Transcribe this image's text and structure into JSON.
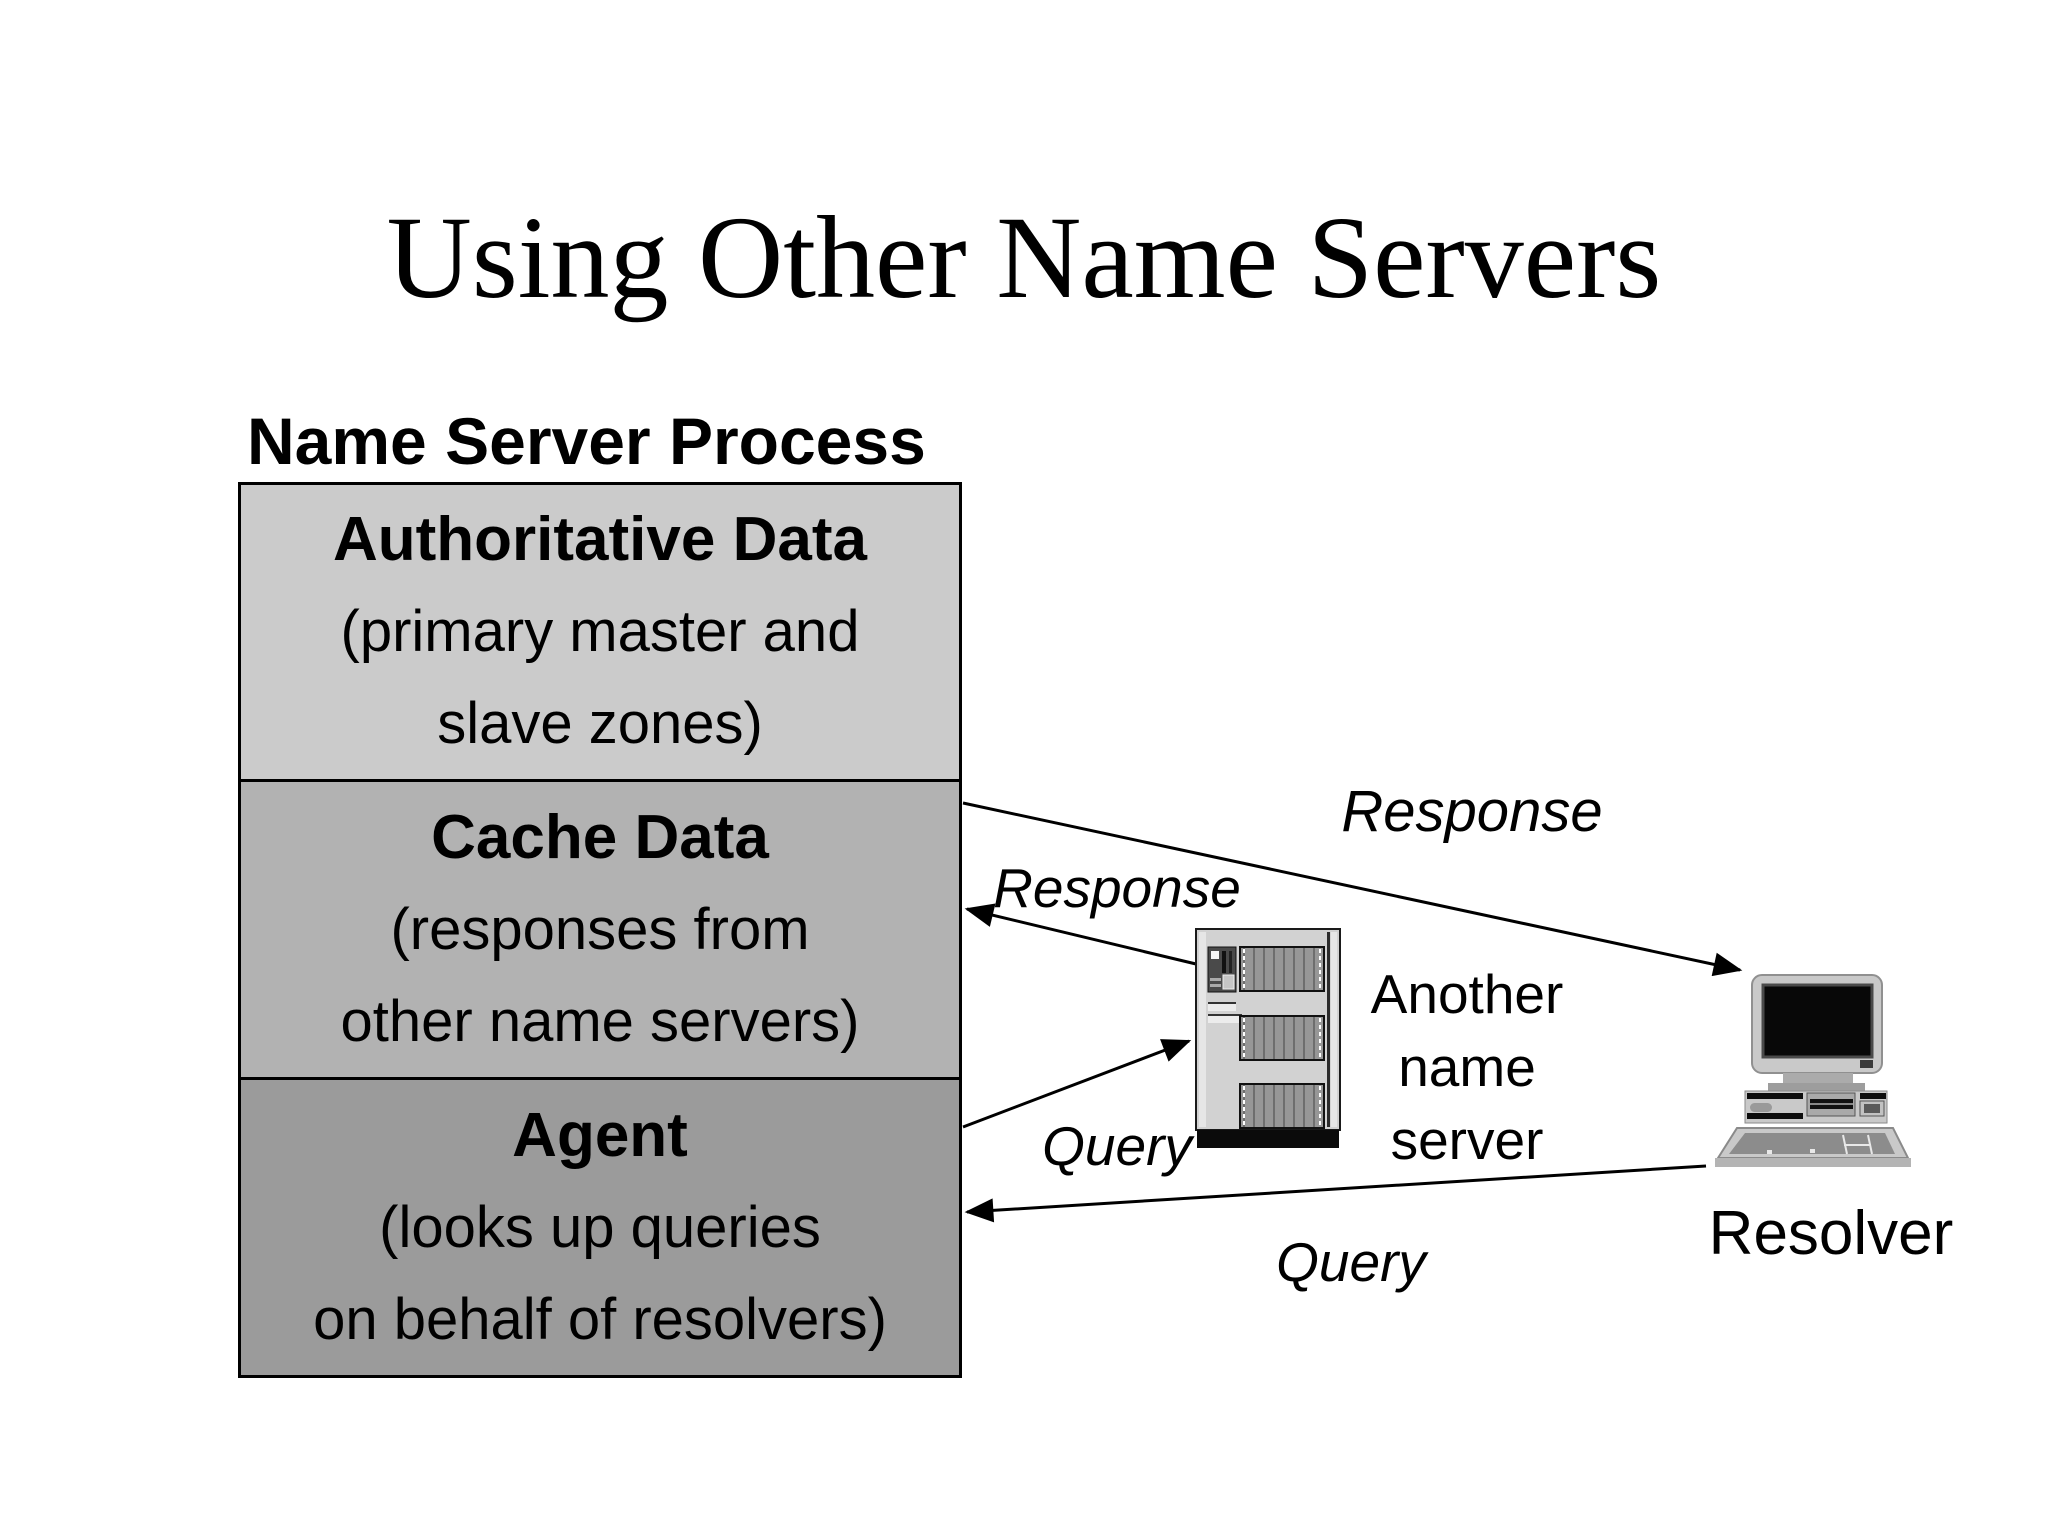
{
  "slide": {
    "title": "Using Other Name Servers",
    "process_label": "Name Server Process",
    "sections": [
      {
        "id": "authoritative-data",
        "heading": "Authoritative Data",
        "line1": "(primary master and",
        "line2": "slave zones)",
        "bg": "#cbcbcb"
      },
      {
        "id": "cache-data",
        "heading": "Cache Data",
        "line1": "(responses from",
        "line2": "other name servers)",
        "bg": "#b2b2b2"
      },
      {
        "id": "agent",
        "heading": "Agent",
        "line1": "(looks up queries",
        "line2": "on behalf of resolvers)",
        "bg": "#9b9b9b"
      }
    ],
    "arrows": [
      {
        "label": "Response",
        "from": "cache-data",
        "to": "resolver"
      },
      {
        "label": "Response",
        "from": "another-name-server",
        "to": "cache-data"
      },
      {
        "label": "Query",
        "from": "agent",
        "to": "another-name-server"
      },
      {
        "label": "Query",
        "from": "resolver",
        "to": "agent"
      }
    ],
    "nodes": {
      "another_name_server": {
        "icon": "server-tower-icon",
        "label_line1": "Another",
        "label_line2": "name",
        "label_line3": "server"
      },
      "resolver": {
        "icon": "desktop-computer-icon",
        "label": "Resolver"
      }
    },
    "colors": {
      "background": "#ffffff",
      "text": "#000000",
      "line": "#000000",
      "section_authoritative": "#cbcbcb",
      "section_cache": "#b2b2b2",
      "section_agent": "#9b9b9b",
      "icon_body": "#d2d2d2",
      "icon_dark": "#0b0b0b"
    }
  }
}
